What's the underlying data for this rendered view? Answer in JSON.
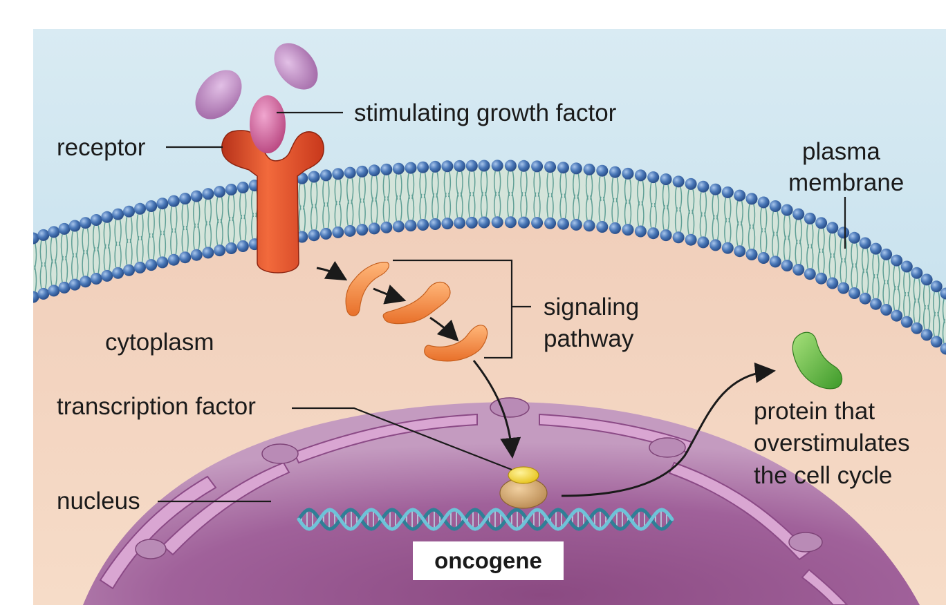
{
  "labels": {
    "stimulating_growth_factor": "stimulating growth factor",
    "receptor": "receptor",
    "plasma_membrane_line1": "plasma",
    "plasma_membrane_line2": "membrane",
    "signaling_pathway_line1": "signaling",
    "signaling_pathway_line2": "pathway",
    "cytoplasm": "cytoplasm",
    "transcription_factor": "transcription factor",
    "nucleus": "nucleus",
    "oncogene": "oncogene",
    "protein_line1": "protein that",
    "protein_line2": "overstimulates",
    "protein_line3": "the cell cycle"
  },
  "colors": {
    "extracellular": "#d3e8f1",
    "cytoplasm": "#f3d5c0",
    "nucleus": "#9c5a93",
    "membrane_heads": "#3f6fb0",
    "receptor": "#e04a22",
    "growth_factor": "#b36fb0",
    "signaling_protein": "#f08a3a",
    "transcription_factor": "#f1d23a",
    "dna": "#3c8fa8",
    "output_protein": "#5bb53a"
  }
}
